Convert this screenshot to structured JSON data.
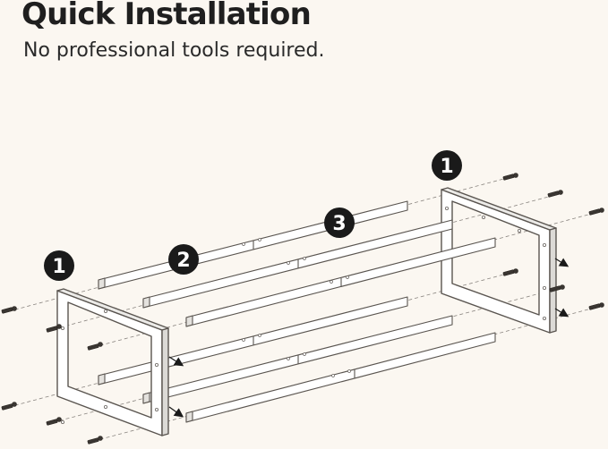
{
  "header": {
    "title": "Quick Installation",
    "subtitle": "No professional tools required."
  },
  "steps": {
    "left_frame": "1",
    "right_frame": "1",
    "tubes": "2",
    "joints": "3"
  },
  "colors": {
    "line": "#5a5550",
    "fill": "#ffffff",
    "badge": "#1a1a1a",
    "background": "#fbf7f1"
  }
}
